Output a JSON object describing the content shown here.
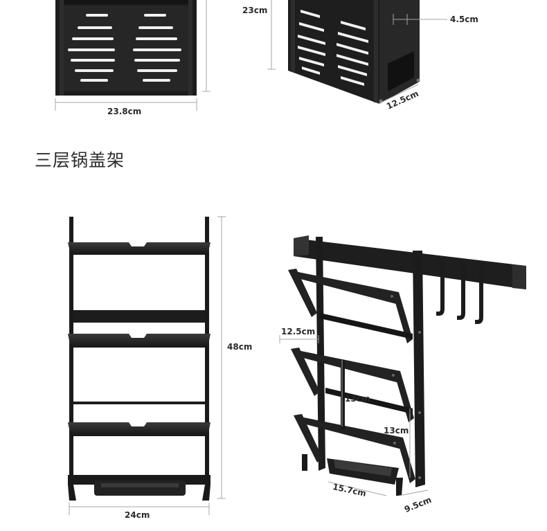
{
  "section_title": "三层锅盖架",
  "top_product": {
    "width_label": "23.8cm",
    "height_label": "23cm",
    "gap_label": "4.5cm",
    "depth_label": "12.5cm"
  },
  "lid_rack": {
    "height_label": "48cm",
    "width_label": "24cm",
    "shelf_depth_label": "12.5cm",
    "tier_spacing_top_label": "13cm",
    "tier_spacing_bottom_label": "13cm",
    "tray_width_label": "15.7cm",
    "base_depth_label": "9.5cm"
  },
  "colors": {
    "rack_metal": "#1e1e1e",
    "rack_highlight": "#3a3a3a",
    "dimension_line": "#9a9a9a",
    "background": "#ffffff"
  }
}
